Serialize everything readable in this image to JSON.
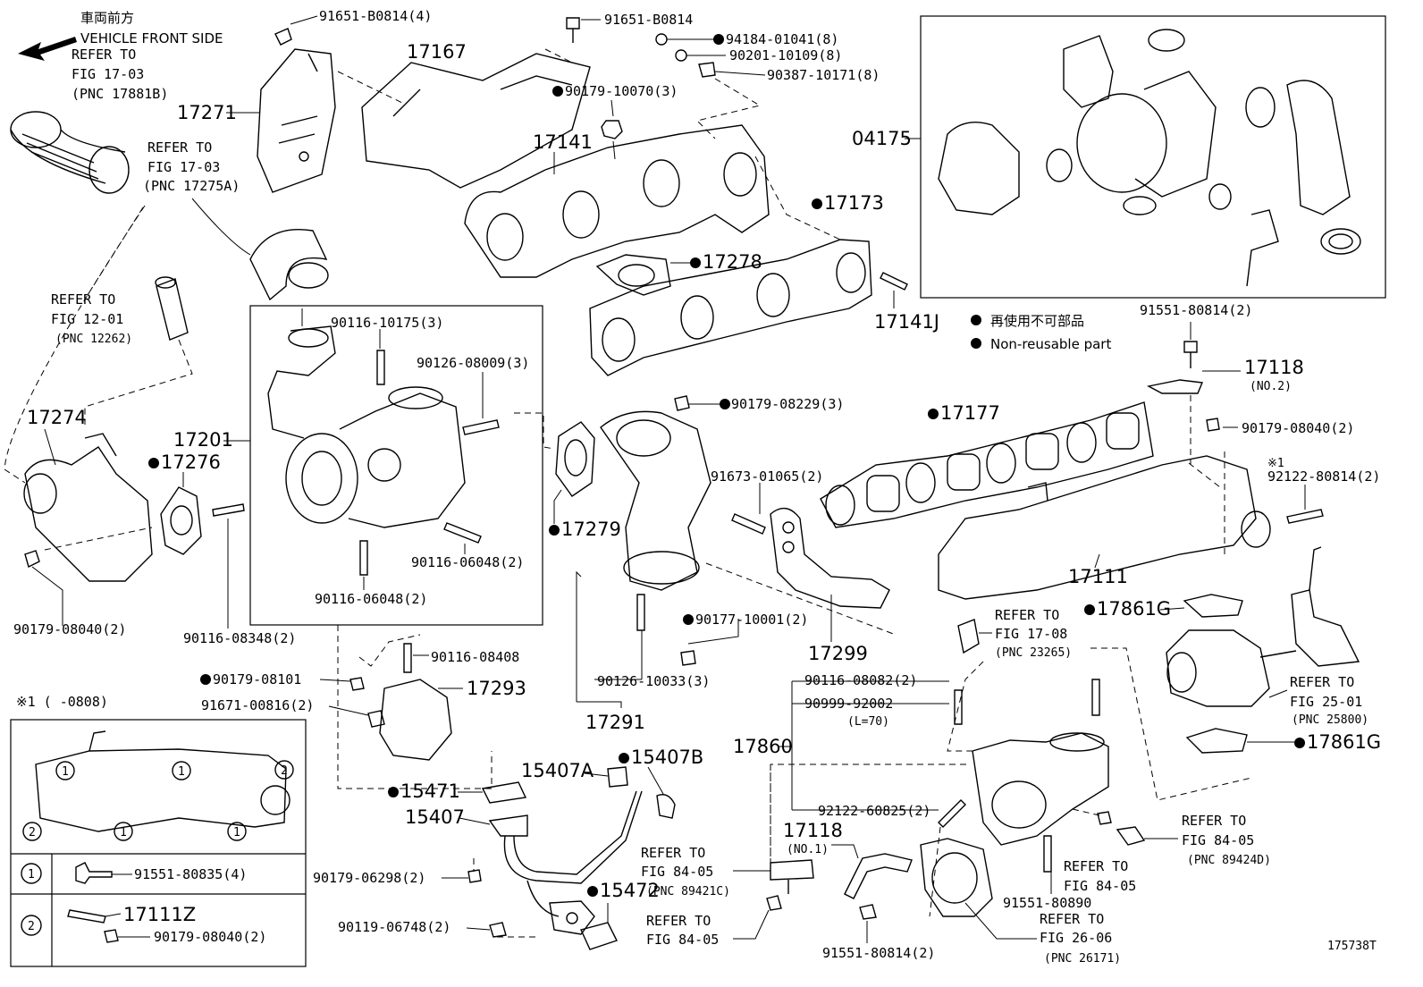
{
  "header": {
    "front_jp": "車両前方",
    "front_en": "VEHICLE FRONT SIDE",
    "arrow_icon": "left-arrow-icon"
  },
  "legend": {
    "jp": "再使用不可部品",
    "en": "Non-reusable part",
    "bullet_icon": "filled-circle-icon"
  },
  "references": {
    "r1": [
      "REFER TO",
      "FIG 17-03",
      "(PNC 17881B)"
    ],
    "r2": [
      "REFER TO",
      "FIG 17-03",
      "(PNC 17275A)"
    ],
    "r3": [
      "REFER TO",
      "FIG 12-01",
      "(PNC 12262)"
    ],
    "r4": [
      "REFER TO",
      "FIG 17-08",
      "(PNC 23265)"
    ],
    "r5": [
      "REFER TO",
      "FIG 25-01",
      "(PNC 25800)"
    ],
    "r6": [
      "REFER TO",
      "FIG 84-05",
      "(PNC 89424D)"
    ],
    "r7": [
      "REFER TO",
      "FIG 84-05"
    ],
    "r8": [
      "REFER TO",
      "FIG 84-05",
      "(PNC 89421C)"
    ],
    "r9": [
      "REFER TO",
      "FIG 84-05"
    ],
    "r10": [
      "REFER TO",
      "FIG 26-06",
      "(PNC 26171)"
    ]
  },
  "labels": {
    "p91651_b0814_4": "91651-B0814(4)",
    "p91651_b0814": "91651-B0814",
    "p94184": "94184-01041(8)",
    "p90201": "90201-10109(8)",
    "p90387": "90387-10171(8)",
    "p90179_10070": "90179-10070(3)",
    "p17167": "17167",
    "p17271": "17271",
    "p17141": "17141",
    "p04175": "04175",
    "p17173": "17173",
    "p17278": "17278",
    "p17141j": "17141J",
    "p91551_80814_a": "91551-80814(2)",
    "p17118_no2": "17118",
    "p17118_no2_sub": "(NO.2)",
    "p90179_08040_b": "90179-08040(2)",
    "p17177": "17177",
    "p90179_08229": "90179-08229(3)",
    "p90116_10175": "90116-10175(3)",
    "p90126_08009": "90126-08009(3)",
    "p17201": "17201",
    "p17276": "17276",
    "p17274": "17274",
    "p90116_06048_a": "90116-06048(2)",
    "p90116_06048_b": "90116-06048(2)",
    "p90179_08040_a": "90179-08040(2)",
    "p90116_08348": "90116-08348(2)",
    "p17279": "17279",
    "p91673": "91673-01065(2)",
    "note_x1": "※1",
    "p92122_80814": "92122-80814(2)",
    "p17111": "17111",
    "p17861g_a": "17861G",
    "p17861g_b": "17861G",
    "p90177": "90177-10001(2)",
    "p17299": "17299",
    "p90126_10033": "90126-10033(3)",
    "p17291": "17291",
    "p90116_08408": "90116-08408",
    "p90179_08101": "90179-08101",
    "p17293": "17293",
    "p91671": "91671-00816(2)",
    "p90116_08082": "90116-08082(2)",
    "p90999": "90999-92002",
    "p90999_sub": "(L=70)",
    "p17860": "17860",
    "p92122_60825": "92122-60825(2)",
    "p15407a": "15407A",
    "p15407b": "15407B",
    "p15471": "15471",
    "p15407": "15407",
    "p90179_06298": "90179-06298(2)",
    "p15472": "15472",
    "p90119": "90119-06748(2)",
    "p17118_no1": "17118",
    "p17118_no1_sub": "(NO.1)",
    "p91551_80814_b": "91551-80814(2)",
    "p91551_80890": "91551-80890",
    "footnote": "※1 (      -0808)",
    "diagram_id": "175738T"
  },
  "inset": {
    "circle1": "1",
    "circle2": "2",
    "row1_part": "91551-80835(4)",
    "row2_part_a": "17111Z",
    "row2_part_b": "90179-08040(2)"
  }
}
